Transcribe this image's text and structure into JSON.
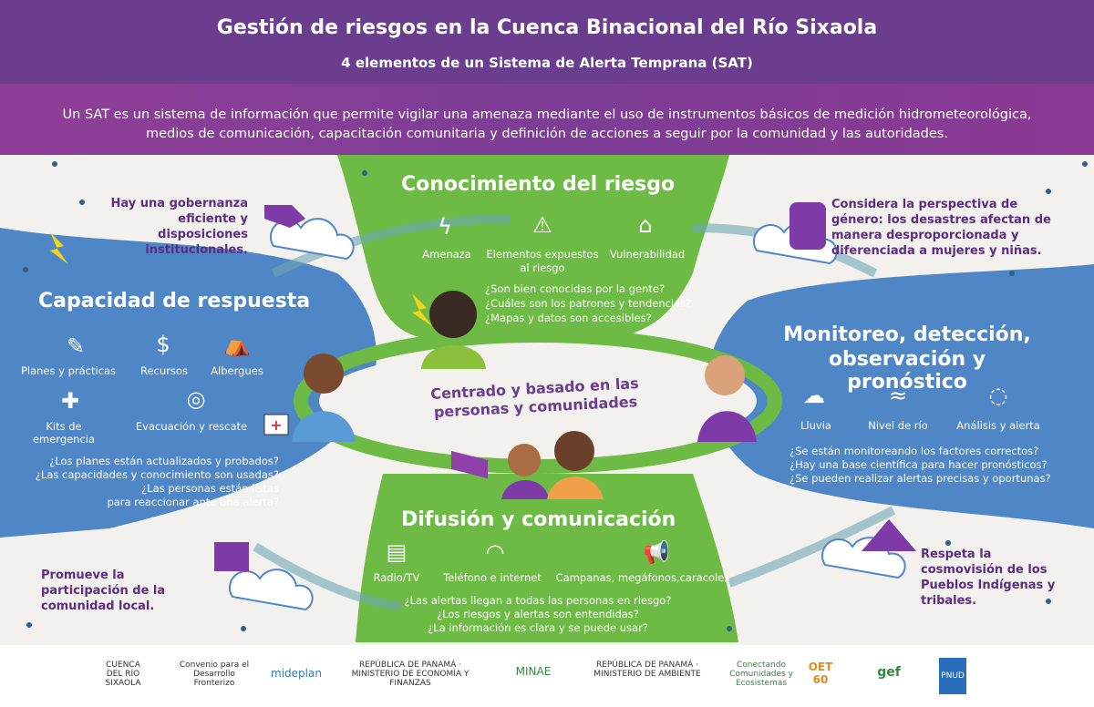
{
  "header": {
    "title": "Gestión de riesgos en la Cuenca Binacional del Río Sixaola",
    "subtitle": "4 elementos de un Sistema de Alerta Temprana (SAT)",
    "intro": "Un SAT es un sistema de información que permite vigilar una amenaza mediante el uso de instrumentos básicos de medición hidrometeorológica, medios de comunicación, capacitación comunitaria y definición de acciones a seguir por la comunidad y las autoridades."
  },
  "center": {
    "text": "Centrado y basado en las personas y comunidades"
  },
  "conocimiento": {
    "title": "Conocimiento del riesgo",
    "items": [
      {
        "label": "Amenaza",
        "icon": "lightning-icon"
      },
      {
        "label": "Elementos expuestos al riesgo",
        "icon": "warning-icon"
      },
      {
        "label": "Vulnerabilidad",
        "icon": "flooded-house-icon"
      }
    ],
    "questions": [
      "¿Son bien conocidas por la gente?",
      "¿Cuáles son los patrones y tendencias?",
      "¿Mapas y datos son accesibles?"
    ]
  },
  "capacidad": {
    "title": "Capacidad de respuesta",
    "items": [
      {
        "label": "Planes y prácticas",
        "icon": "document-icon"
      },
      {
        "label": "Recursos",
        "icon": "money-bag-icon"
      },
      {
        "label": "Albergues",
        "icon": "tent-icon"
      },
      {
        "label": "Kits de emergencia",
        "icon": "first-aid-kit-icon"
      },
      {
        "label": "Evacuación y rescate",
        "icon": "lifebuoy-icon"
      }
    ],
    "questions": [
      "¿Los planes están actualizados y probados?",
      "¿Las capacidades y conocimiento son usadas?",
      "¿Las personas están listas",
      "para reaccionar ante una alerta?"
    ]
  },
  "monitoreo": {
    "title_line1": "Monitoreo, detección,",
    "title_line2": "observación y pronóstico",
    "items": [
      {
        "label": "Lluvia",
        "icon": "rain-cloud-icon"
      },
      {
        "label": "Nivel de río",
        "icon": "water-waves-icon"
      },
      {
        "label": "Análisis y alerta",
        "icon": "lightbulb-icon"
      }
    ],
    "questions": [
      "¿Se están monitoreando los factores correctos?",
      "¿Hay una base científica para hacer pronósticos?",
      "¿Se pueden realizar alertas precisas y oportunas?"
    ]
  },
  "difusion": {
    "title": "Difusión y comunicación",
    "items": [
      {
        "label": "Radio/TV",
        "icon": "radio-icon"
      },
      {
        "label": "Teléfono e internet",
        "icon": "wifi-icon"
      },
      {
        "label": "Campanas, megáfonos,caracoles",
        "icon": "megaphone-icon"
      }
    ],
    "questions": [
      "¿Las alertas llegan a todas las personas en riesgo?",
      "¿Los riesgos y alertas son entendidas?",
      "¿La información es clara y se puede usar?"
    ]
  },
  "side_notes": {
    "gobernanza": "Hay una gobernanza eficiente y disposiciones institucionales.",
    "genero": "Considera la perspectiva de género: los desastres afectan de manera desproporcionada y diferenciada a mujeres y niñas.",
    "participacion": "Promueve la participación de la comunidad local.",
    "cosmovision": "Respeta la cosmovisión de los Pueblos Indígenas y tribales."
  },
  "footer": {
    "logos": [
      "CUENCA DEL RÍO SIXAOLA",
      "Convenio para el Desarrollo Fronterizo",
      "mideplan",
      "REPÚBLICA DE PANAMÁ · MINISTERIO DE ECONOMÍA Y FINANZAS",
      "MINAE",
      "REPÚBLICA DE PANAMÁ · MINISTERIO DE AMBIENTE",
      "Conectando Comunidades y Ecosistemas",
      "OET 60",
      "gef",
      "PNUD"
    ]
  },
  "colors": {
    "purple": "#6a3d8f",
    "green": "#6dbb45",
    "blue": "#4f86c6",
    "text_purple": "#5a2d82"
  }
}
